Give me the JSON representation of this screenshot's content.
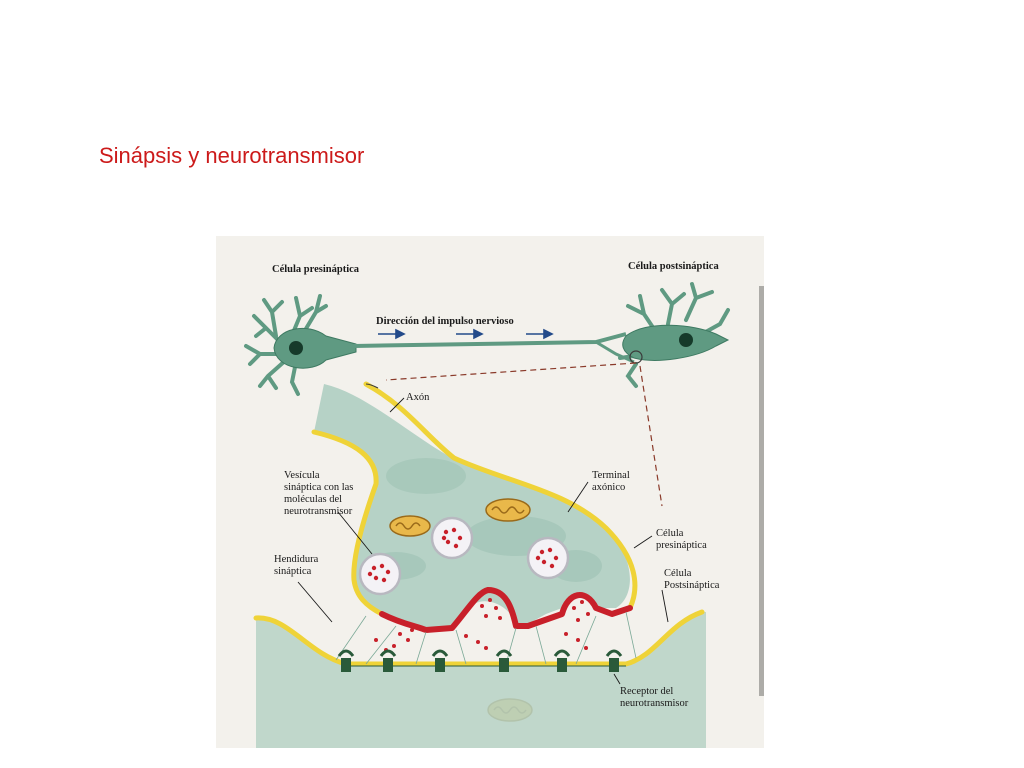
{
  "slide": {
    "title": "Sinápsis y neurotransmisor"
  },
  "diagram": {
    "presynaptic_cell": "Célula presináptica",
    "postsynaptic_cell": "Célula postsináptica",
    "impulse_direction": "Dirección del impulso nervioso",
    "axon": "Axón",
    "vesicle": [
      "Vesícula",
      "sináptica con las",
      "moléculas del",
      "neurotransmisor"
    ],
    "axon_terminal": [
      "Terminal",
      "axónico"
    ],
    "presynaptic_cell_detail": [
      "Célula",
      "presináptica"
    ],
    "synaptic_cleft": [
      "Hendidura",
      "sináptica"
    ],
    "postsynaptic_cell_detail": [
      "Célula",
      "Postsináptica"
    ],
    "receptor": [
      "Receptor del",
      "neurotransmisor"
    ]
  },
  "colors": {
    "title": "#cc1a1a",
    "background_panel": "#f3f1ec",
    "cytoplasm": "#b6d2c6",
    "membrane": "#efd338",
    "active_zone": "#c8202a",
    "neuron": "#5f9a82",
    "receptor": "#2a5a3a",
    "neurotransmitter": "#c8202a"
  }
}
